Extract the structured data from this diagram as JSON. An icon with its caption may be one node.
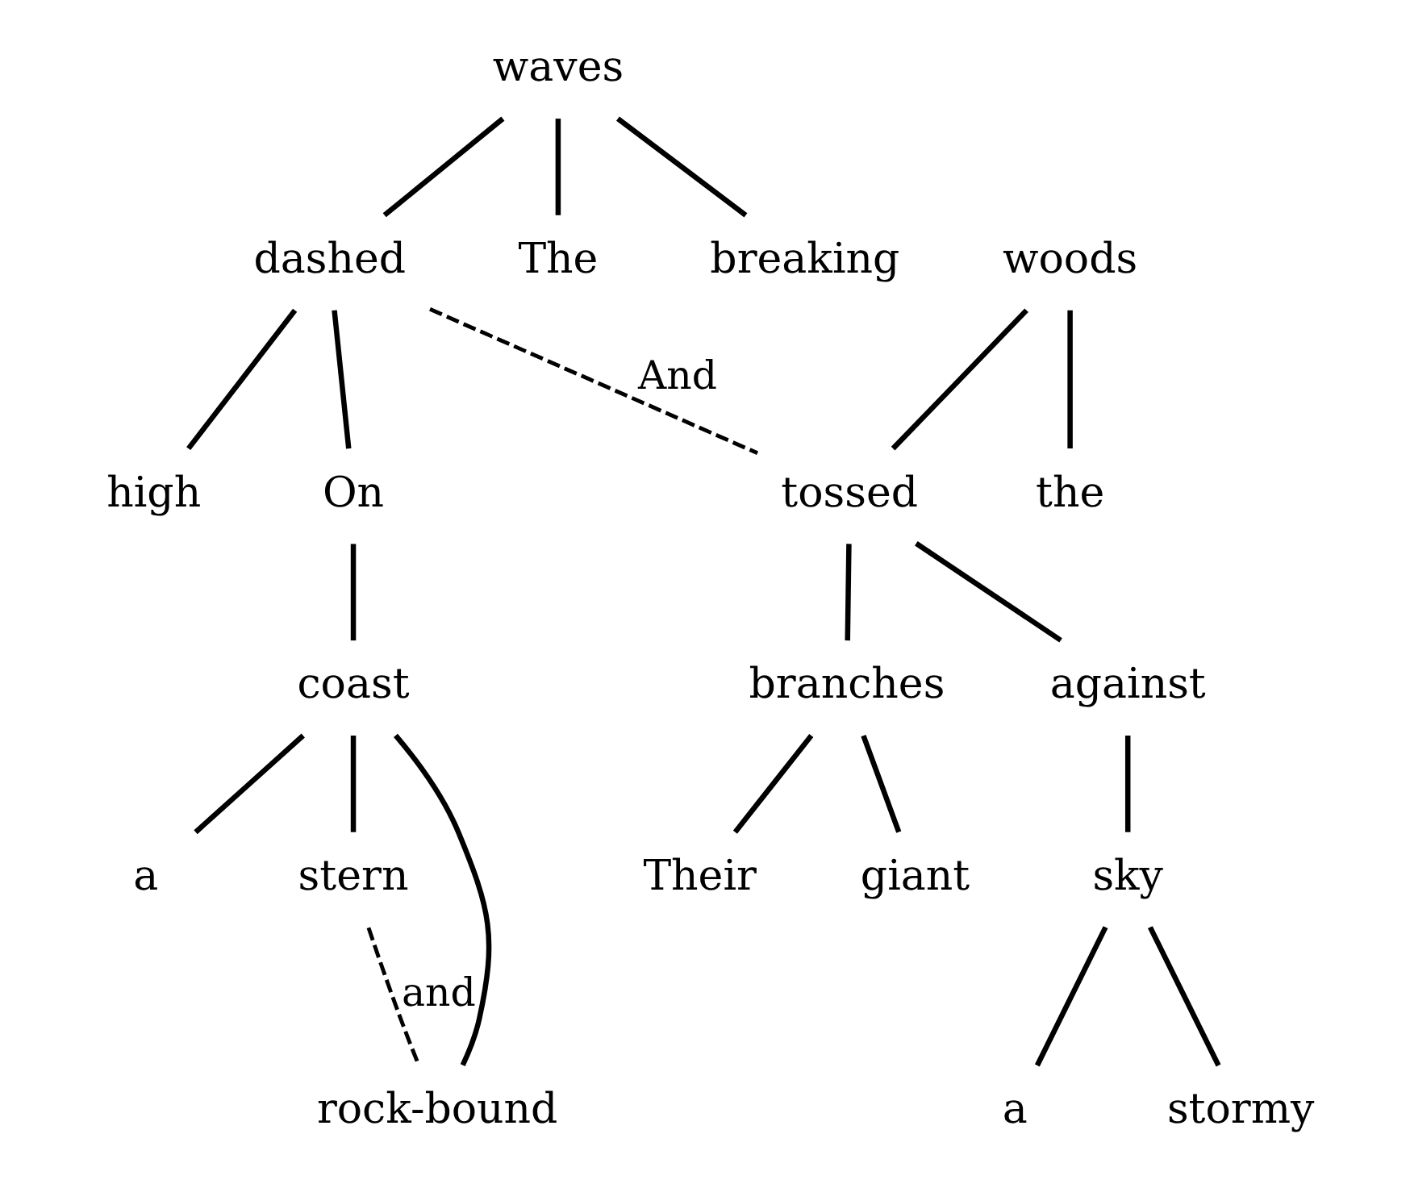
{
  "diagram": {
    "nodes": [
      {
        "text": [
          "waves"
        ]
      },
      {
        "text": [
          "dashed"
        ]
      },
      {
        "text": [
          "The"
        ]
      },
      {
        "text": [
          "breaking"
        ]
      },
      {
        "text": [
          "high"
        ]
      },
      {
        "text": [
          "On"
        ]
      },
      {
        "text": [
          "coast"
        ]
      },
      {
        "text": [
          "a"
        ]
      },
      {
        "text": [
          "stern"
        ]
      },
      {
        "text": [
          "rock-bound"
        ]
      },
      {
        "text": [
          "woods"
        ]
      },
      {
        "text": [
          "tossed"
        ]
      },
      {
        "text": [
          "branches"
        ]
      },
      {
        "text": [
          "the"
        ]
      },
      {
        "text": [
          "against"
        ]
      },
      {
        "text": [
          "sky"
        ]
      },
      {
        "text": [
          "a"
        ]
      },
      {
        "text": [
          "stormy"
        ]
      },
      {
        "text": [
          "Their"
        ]
      },
      {
        "text": [
          "giant"
        ]
      }
    ],
    "edges": [
      {
        "from": 0,
        "to": 1,
        "arrow": "none"
      },
      {
        "from": 0,
        "to": 2,
        "arrow": "none"
      },
      {
        "from": 0,
        "to": 3,
        "arrow": "none"
      },
      {
        "from": 1,
        "to": 4,
        "arrow": "none"
      },
      {
        "from": 1,
        "to": 5,
        "arrow": "none"
      },
      {
        "from": 5,
        "to": 6,
        "arrow": "none"
      },
      {
        "from": 6,
        "to": 7,
        "arrow": "none"
      },
      {
        "from": 6,
        "to": 8,
        "arrow": "none"
      },
      {
        "from": 6,
        "to": 9,
        "arrow": "none"
      },
      {
        "from": 8,
        "to": 9,
        "arrow": "none",
        "label": "and",
        "style": "dashed"
      },
      {
        "from": 1,
        "to": 11,
        "arrow": "none",
        "label": "And",
        "style": "dashed"
      },
      {
        "from": 10,
        "to": 11,
        "arrow": "none"
      },
      {
        "from": 11,
        "to": 12,
        "arrow": "none"
      },
      {
        "from": 10,
        "to": 13,
        "arrow": "none"
      },
      {
        "from": 11,
        "to": 14,
        "arrow": "none"
      },
      {
        "from": 14,
        "to": 15,
        "arrow": "none"
      },
      {
        "from": 15,
        "to": 16,
        "arrow": "none"
      },
      {
        "from": 15,
        "to": 17,
        "arrow": "none"
      },
      {
        "from": 12,
        "to": 18,
        "arrow": "none"
      },
      {
        "from": 12,
        "to": 19,
        "arrow": "none"
      }
    ]
  }
}
